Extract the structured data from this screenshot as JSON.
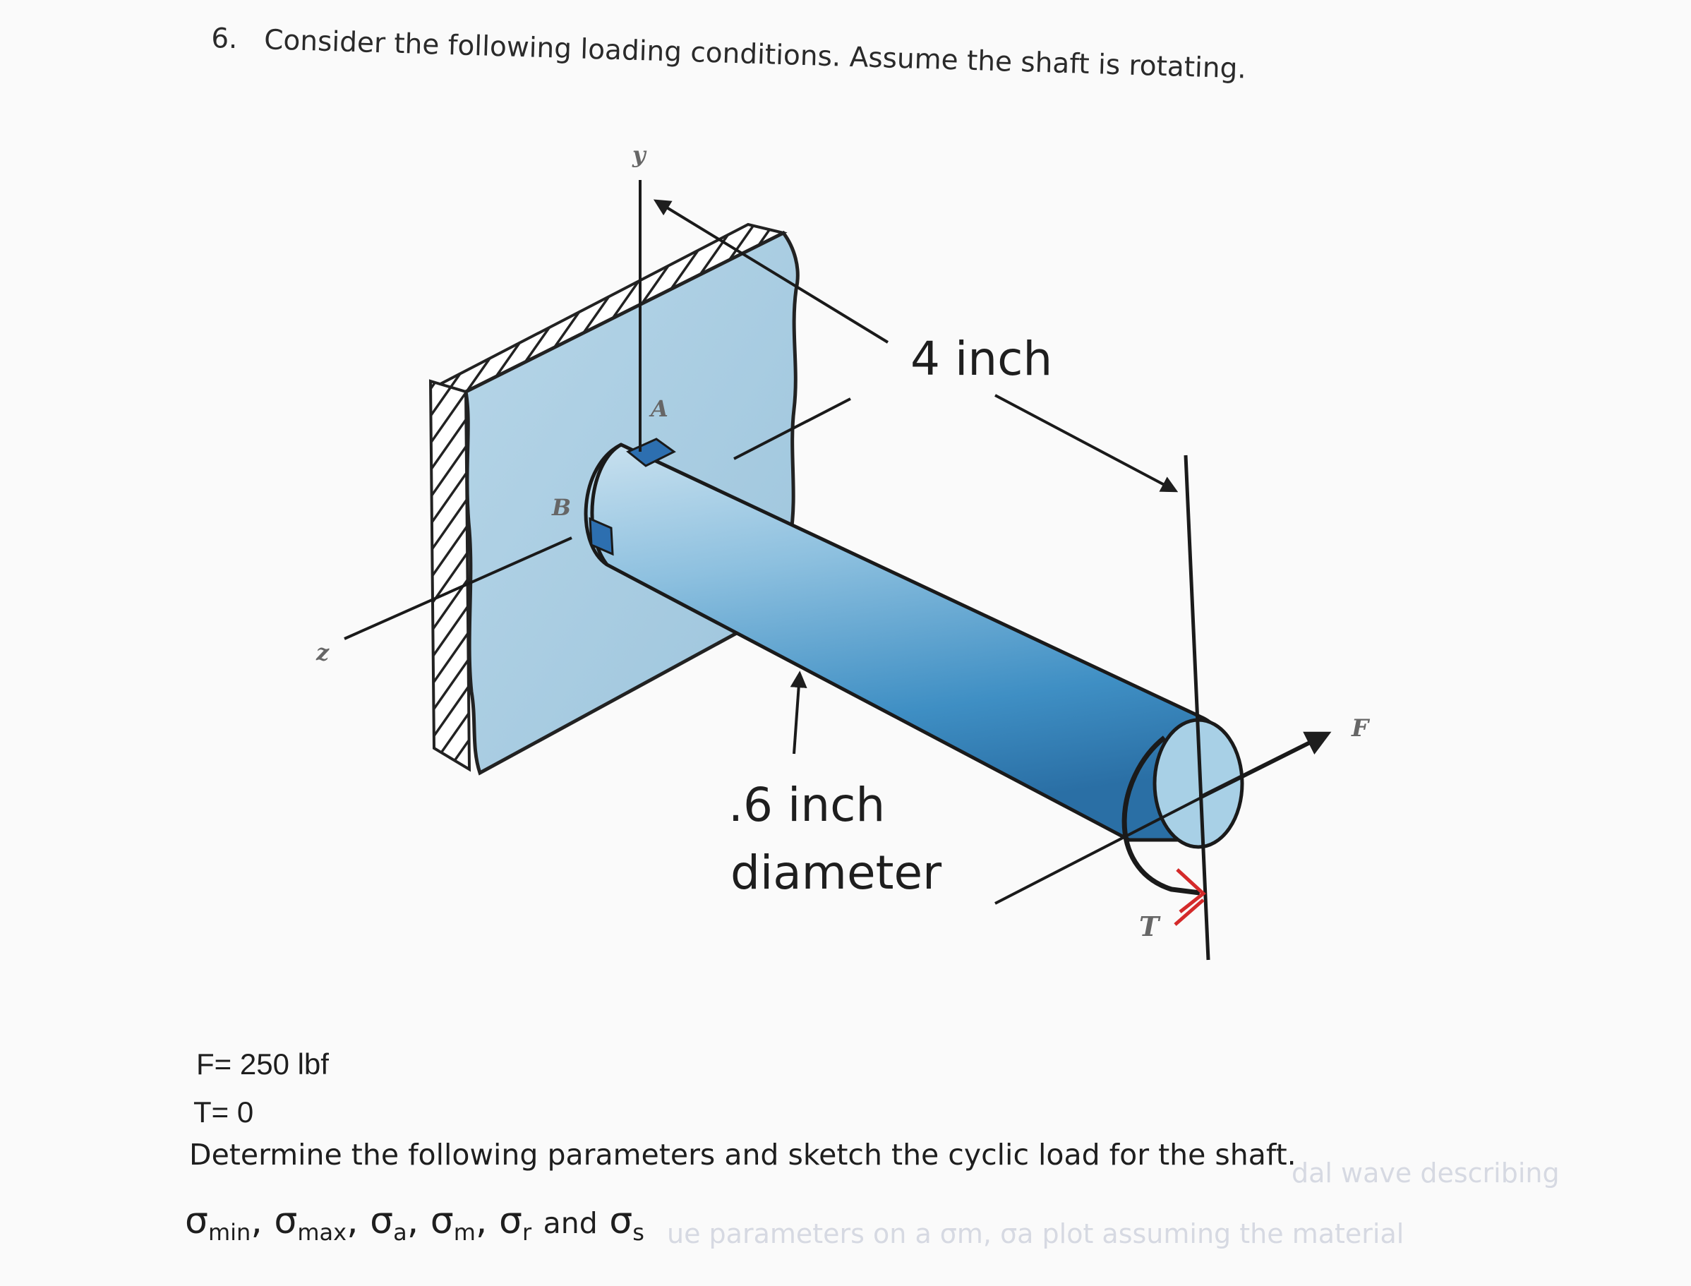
{
  "problem": {
    "number": "6.",
    "heading": "Consider the following loading conditions. Assume the shaft is rotating."
  },
  "diagram": {
    "axis_y": "y",
    "axis_z": "z",
    "point_a": "A",
    "point_b": "B",
    "force_label": "F",
    "torque_label": "T",
    "length_label": "4 inch",
    "diameter_label_line1": ".6 inch",
    "diameter_label_line2": "diameter"
  },
  "given": {
    "force": "F= 250 lbf",
    "torque": "T= 0"
  },
  "question": {
    "text": "Determine the following parameters and sketch the cyclic load for the shaft.",
    "sigma_symbol": "σ",
    "subs": {
      "min": "min",
      "max": "max",
      "a": "a",
      "m": "m",
      "r": "r",
      "s": "s"
    },
    "separator": ",",
    "and_word": "and"
  },
  "bleed_through": {
    "line1": "dal wave describing",
    "line2": "ue parameters on a σm, σa plot assuming the material"
  },
  "colors": {
    "shaft_blue": "#5aa2cf",
    "wall_blue": "#a6cbe0",
    "ink": "#1e1e1e",
    "torque_red": "#d42a2a"
  }
}
